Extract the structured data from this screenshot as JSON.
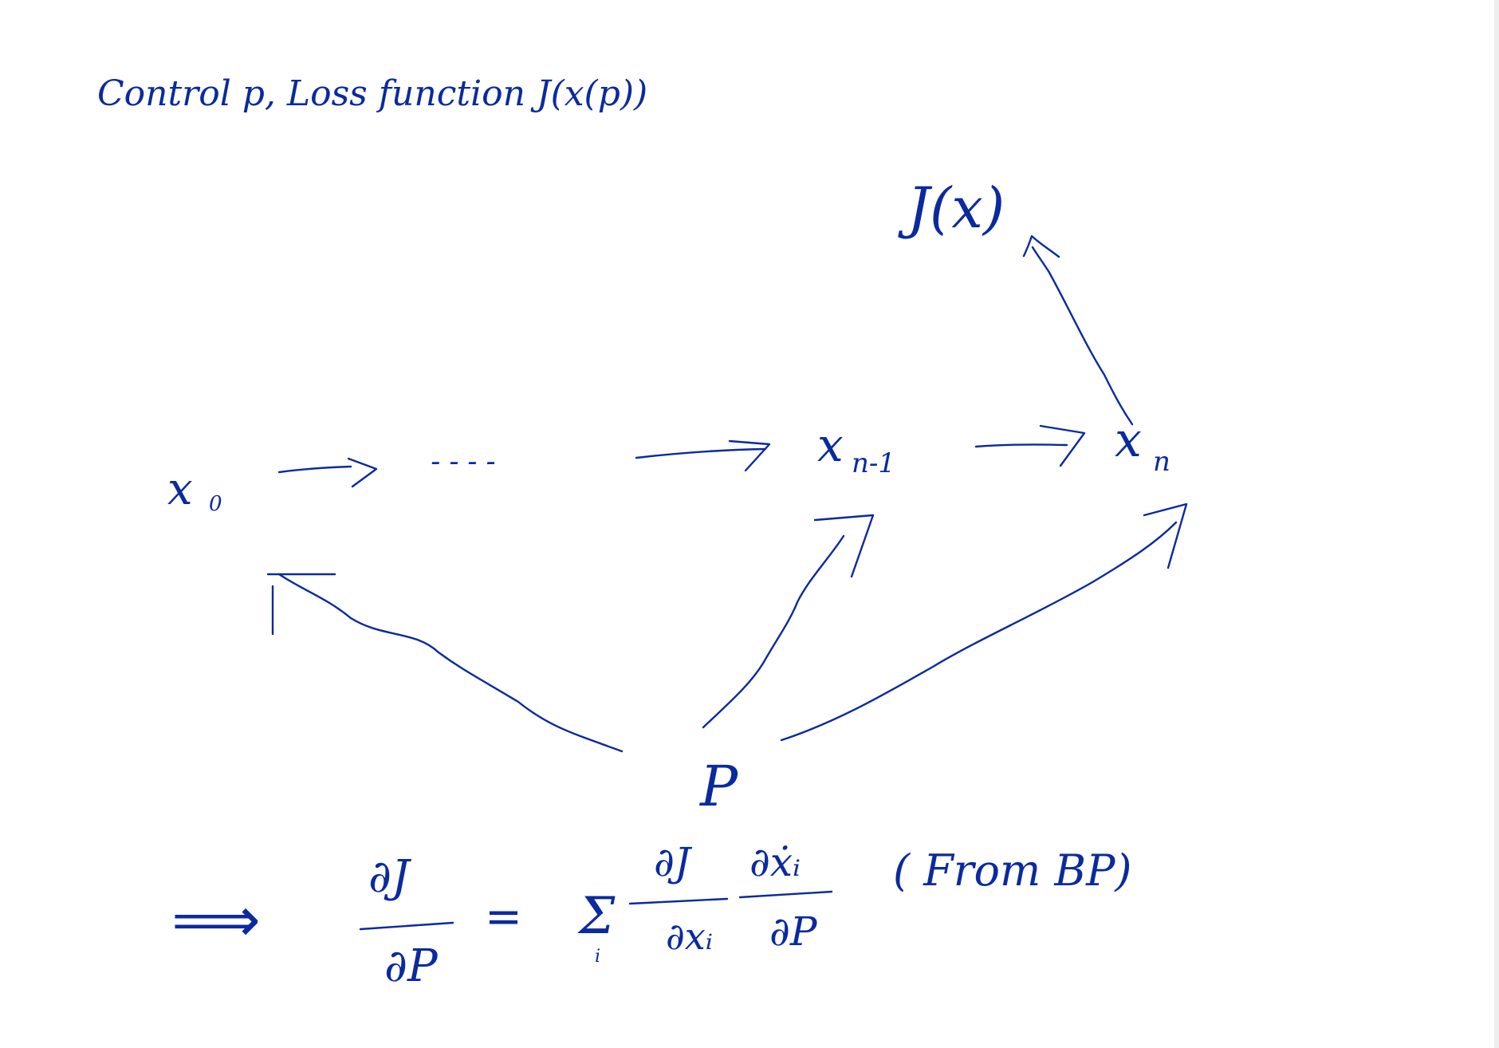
{
  "title": "Control p, Loss function J(x(p))",
  "nodes": {
    "x0": {
      "main": "x",
      "sub": "0"
    },
    "dots": "- - - -",
    "xn_minus_1": {
      "main": "x",
      "sub": "n-1"
    },
    "xn": {
      "main": "x",
      "sub": "n"
    },
    "jx": "J(x)",
    "p": "P"
  },
  "formula": {
    "implies": "⟹",
    "lhs_num": "∂J",
    "lhs_den": "∂P",
    "equals": "=",
    "sum": "Σ",
    "sum_index": "i",
    "t1_num": "∂J",
    "t1_den": "∂xᵢ",
    "t2_num": "∂ẋᵢ",
    "t2_den": "∂P",
    "note": "( From BP)"
  },
  "colors": {
    "ink": "#0a2a9e",
    "background": "#ffffff"
  }
}
